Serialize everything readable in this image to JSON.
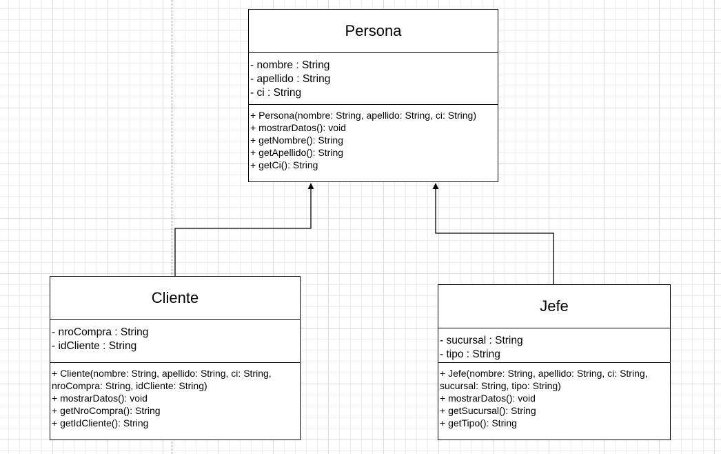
{
  "classes": {
    "persona": {
      "name": "Persona",
      "attributes": [
        "- nombre : String",
        "- apellido : String",
        "- ci : String"
      ],
      "methods": [
        "+ Persona(nombre: String, apellido: String, ci: String)",
        "+ mostrarDatos(): void",
        "+ getNombre(): String",
        "+ getApellido(): String",
        "+ getCi(): String"
      ]
    },
    "cliente": {
      "name": "Cliente",
      "attributes": [
        "- nroCompra : String",
        "- idCliente : String"
      ],
      "methods": [
        "+ Cliente(nombre: String, apellido: String, ci: String,",
        "nroCompra: String, idCliente: String)",
        "+ mostrarDatos(): void",
        "+ getNroCompra(): String",
        "+ getIdCliente(): String"
      ]
    },
    "jefe": {
      "name": "Jefe",
      "attributes": [
        "- sucursal : String",
        "- tipo : String"
      ],
      "methods": [
        "+ Jefe(nombre: String, apellido: String, ci: String,",
        "sucursal: String, tipo: String)",
        "+ mostrarDatos(): void",
        "+ getSucursal(): String",
        "+ getTipo(): String"
      ]
    }
  },
  "relations": [
    {
      "from": "Cliente",
      "to": "Persona",
      "type": "inheritance"
    },
    {
      "from": "Jefe",
      "to": "Persona",
      "type": "inheritance"
    }
  ],
  "colors": {
    "line": "#000000",
    "grid": "#dcdcdc",
    "background": "#ffffff"
  }
}
